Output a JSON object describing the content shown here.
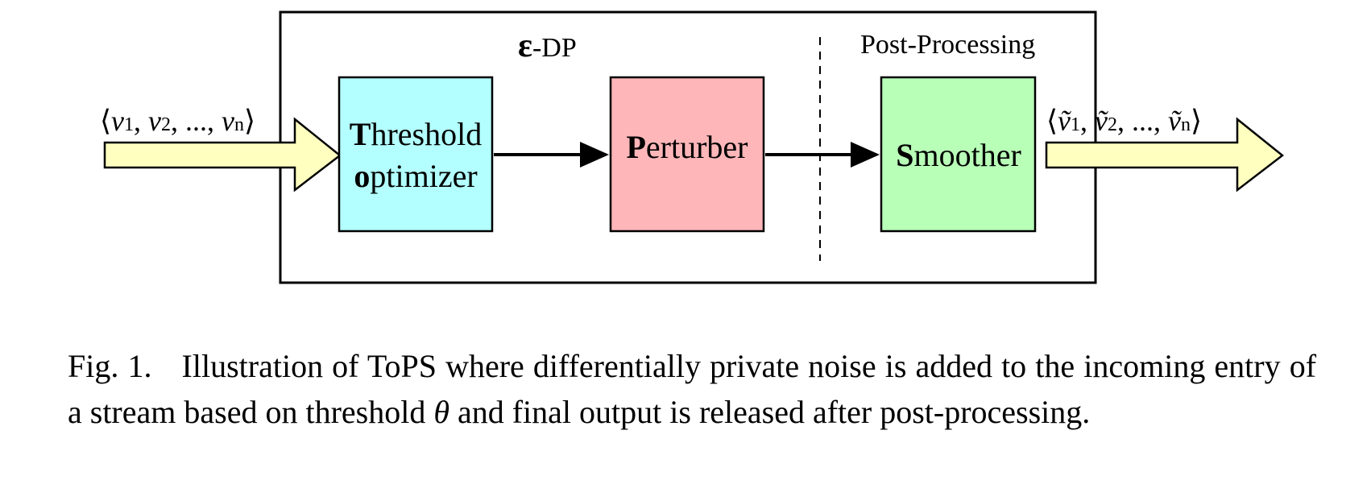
{
  "diagram": {
    "dp_label": "ε-DP",
    "dp_symbol": "ε",
    "dp_suffix": "-DP",
    "post_label": "Post-Processing",
    "input_label": "⟨v1, v2, ..., vn⟩",
    "output_label": "⟨ṽ1, ṽ2, ..., ṽn⟩",
    "boxes": [
      {
        "name": "threshold-optimizer",
        "line1_bold": "T",
        "line1_rest": "hreshold",
        "line2_bold": "o",
        "line2_rest": "ptimizer",
        "color": "#b3ffff"
      },
      {
        "name": "perturber",
        "line1_bold": "P",
        "line1_rest": "erturber",
        "color": "#ffb6b9"
      },
      {
        "name": "smoother",
        "line1_bold": "S",
        "line1_rest": "moother",
        "color": "#b8ffb8"
      }
    ],
    "arrow_fill": "#ffffc0"
  },
  "caption": {
    "fig": "Fig. 1.",
    "text_before": "Illustration of ToPS where differentially private noise is added to the incoming entry of a stream based on threshold",
    "theta": "θ",
    "text_after": "and final output is released after post-processing."
  }
}
